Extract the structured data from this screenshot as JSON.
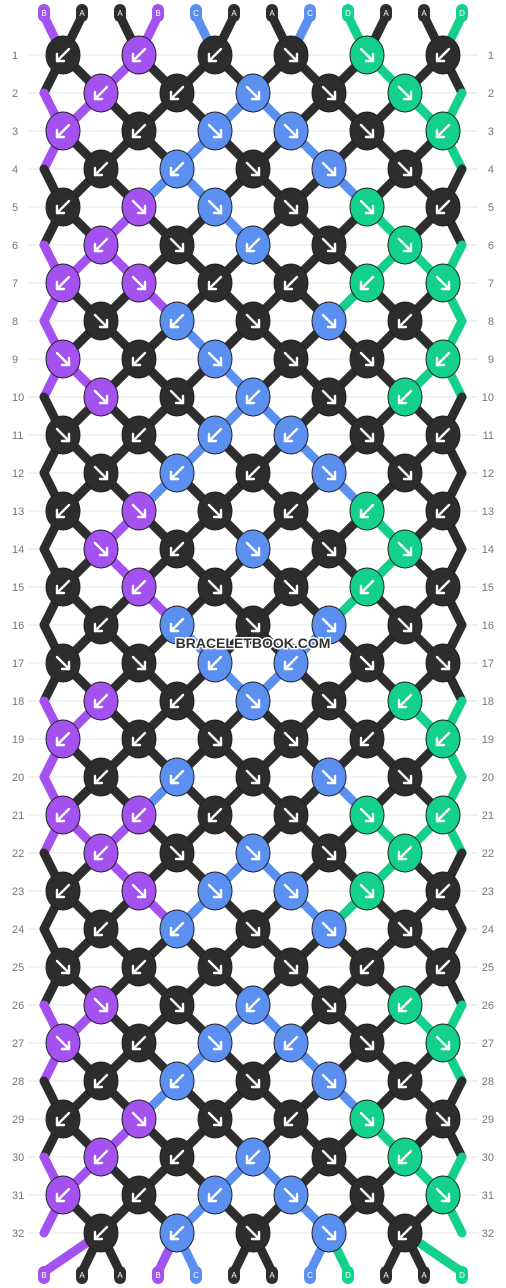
{
  "watermark": "BRACELETBOOK.COM",
  "colors": {
    "B": "#a352f0",
    "C": "#5b8ff0",
    "D": "#13d18d",
    "A": "#2d2d2d"
  },
  "strings": [
    "B",
    "A",
    "A",
    "B",
    "C",
    "A",
    "A",
    "C",
    "D",
    "A",
    "A",
    "D"
  ],
  "row_labels": [
    "1",
    "2",
    "3",
    "4",
    "5",
    "6",
    "7",
    "8",
    "9",
    "10",
    "11",
    "12",
    "13",
    "14",
    "15",
    "16",
    "17",
    "18",
    "19",
    "20",
    "21",
    "22",
    "23",
    "24",
    "25",
    "26",
    "27",
    "28",
    "29",
    "30",
    "31",
    "32"
  ],
  "knots": {
    "odd": [
      [
        "A",
        "B",
        "A",
        "A",
        "D",
        "A"
      ],
      [
        "B",
        "A",
        "C",
        "C",
        "A",
        "D"
      ],
      [
        "A",
        "B",
        "C",
        "A",
        "D",
        "A"
      ],
      [
        "B",
        "B",
        "A",
        "A",
        "D",
        "D"
      ],
      [
        "B",
        "A",
        "C",
        "A",
        "A",
        "D"
      ],
      [
        "A",
        "A",
        "C",
        "C",
        "A",
        "A"
      ],
      [
        "A",
        "B",
        "A",
        "A",
        "D",
        "A"
      ],
      [
        "A",
        "B",
        "A",
        "A",
        "D",
        "A"
      ],
      [
        "A",
        "A",
        "C",
        "C",
        "A",
        "A"
      ],
      [
        "B",
        "A",
        "A",
        "A",
        "A",
        "D"
      ],
      [
        "B",
        "B",
        "A",
        "A",
        "D",
        "D"
      ],
      [
        "A",
        "B",
        "C",
        "C",
        "D",
        "A"
      ],
      [
        "A",
        "A",
        "A",
        "A",
        "A",
        "A"
      ],
      [
        "B",
        "A",
        "C",
        "C",
        "A",
        "D"
      ],
      [
        "A",
        "B",
        "A",
        "A",
        "D",
        "A"
      ],
      [
        "B",
        "A",
        "C",
        "C",
        "A",
        "D"
      ]
    ],
    "even": [
      [
        "B",
        "A",
        "C",
        "A",
        "D"
      ],
      [
        "A",
        "C",
        "A",
        "C",
        "A"
      ],
      [
        "B",
        "A",
        "C",
        "A",
        "D"
      ],
      [
        "A",
        "C",
        "A",
        "C",
        "A"
      ],
      [
        "B",
        "A",
        "C",
        "A",
        "D"
      ],
      [
        "A",
        "C",
        "A",
        "C",
        "A"
      ],
      [
        "B",
        "A",
        "C",
        "A",
        "D"
      ],
      [
        "A",
        "C",
        "A",
        "C",
        "A"
      ],
      [
        "B",
        "A",
        "C",
        "A",
        "D"
      ],
      [
        "A",
        "C",
        "A",
        "C",
        "A"
      ],
      [
        "B",
        "A",
        "C",
        "A",
        "D"
      ],
      [
        "A",
        "C",
        "A",
        "C",
        "A"
      ],
      [
        "B",
        "A",
        "C",
        "A",
        "D"
      ],
      [
        "A",
        "C",
        "A",
        "C",
        "A"
      ],
      [
        "B",
        "A",
        "C",
        "A",
        "D"
      ],
      [
        "A",
        "C",
        "A",
        "C",
        "A"
      ]
    ],
    "arrows_odd": [
      [
        "sw",
        "sw",
        "sw",
        "se",
        "se",
        "sw"
      ],
      [
        "sw",
        "sw",
        "se",
        "se",
        "se",
        "sw"
      ],
      [
        "sw",
        "se",
        "se",
        "se",
        "se",
        "sw"
      ],
      [
        "sw",
        "se",
        "sw",
        "sw",
        "sw",
        "se"
      ],
      [
        "se",
        "sw",
        "se",
        "se",
        "se",
        "sw"
      ],
      [
        "se",
        "sw",
        "sw",
        "sw",
        "se",
        "sw"
      ],
      [
        "sw",
        "se",
        "se",
        "sw",
        "sw",
        "sw"
      ],
      [
        "sw",
        "sw",
        "se",
        "se",
        "sw",
        "sw"
      ],
      [
        "se",
        "se",
        "sw",
        "sw",
        "se",
        "se"
      ],
      [
        "sw",
        "sw",
        "se",
        "se",
        "sw",
        "sw"
      ],
      [
        "sw",
        "sw",
        "sw",
        "se",
        "se",
        "sw"
      ],
      [
        "sw",
        "se",
        "se",
        "se",
        "se",
        "sw"
      ],
      [
        "se",
        "sw",
        "se",
        "se",
        "sw",
        "sw"
      ],
      [
        "se",
        "sw",
        "se",
        "sw",
        "se",
        "se"
      ],
      [
        "sw",
        "se",
        "se",
        "sw",
        "se",
        "se"
      ],
      [
        "sw",
        "sw",
        "sw",
        "se",
        "se",
        "se"
      ]
    ],
    "arrows_even": [
      [
        "sw",
        "sw",
        "se",
        "se",
        "se"
      ],
      [
        "sw",
        "sw",
        "se",
        "se",
        "se"
      ],
      [
        "sw",
        "se",
        "sw",
        "se",
        "se"
      ],
      [
        "se",
        "sw",
        "se",
        "se",
        "sw"
      ],
      [
        "se",
        "se",
        "sw",
        "se",
        "sw"
      ],
      [
        "se",
        "sw",
        "sw",
        "se",
        "se"
      ],
      [
        "se",
        "sw",
        "se",
        "se",
        "se"
      ],
      [
        "sw",
        "sw",
        "se",
        "se",
        "se"
      ],
      [
        "sw",
        "sw",
        "se",
        "se",
        "sw"
      ],
      [
        "sw",
        "sw",
        "se",
        "se",
        "se"
      ],
      [
        "sw",
        "se",
        "se",
        "se",
        "sw"
      ],
      [
        "sw",
        "sw",
        "se",
        "se",
        "se"
      ],
      [
        "se",
        "se",
        "sw",
        "se",
        "sw"
      ],
      [
        "sw",
        "sw",
        "se",
        "se",
        "sw"
      ],
      [
        "sw",
        "sw",
        "sw",
        "se",
        "sw"
      ],
      [
        "sw",
        "sw",
        "se",
        "se",
        "sw"
      ]
    ]
  }
}
